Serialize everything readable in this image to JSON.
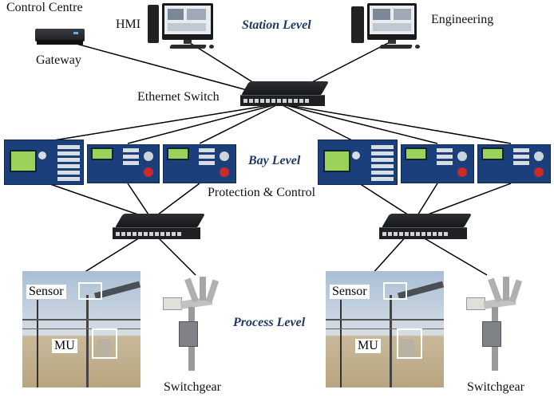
{
  "labels": {
    "control_centre": "Control Centre",
    "gateway": "Gateway",
    "hmi": "HMI",
    "engineering": "Engineering",
    "ethernet_switch": "Ethernet Switch",
    "protection_control": "Protection & Control",
    "sensor_left": "Sensor",
    "mu_left": "MU",
    "sensor_right": "Sensor",
    "mu_right": "MU",
    "switchgear_left": "Switchgear",
    "switchgear_right": "Switchgear"
  },
  "levels": {
    "station": "Station Level",
    "bay": "Bay Level",
    "process": "Process Level"
  },
  "colors": {
    "level_text": "#1f3864",
    "relay_panel": "#1b3f7a",
    "lcd": "#9bd35a",
    "link_line": "#000000"
  }
}
